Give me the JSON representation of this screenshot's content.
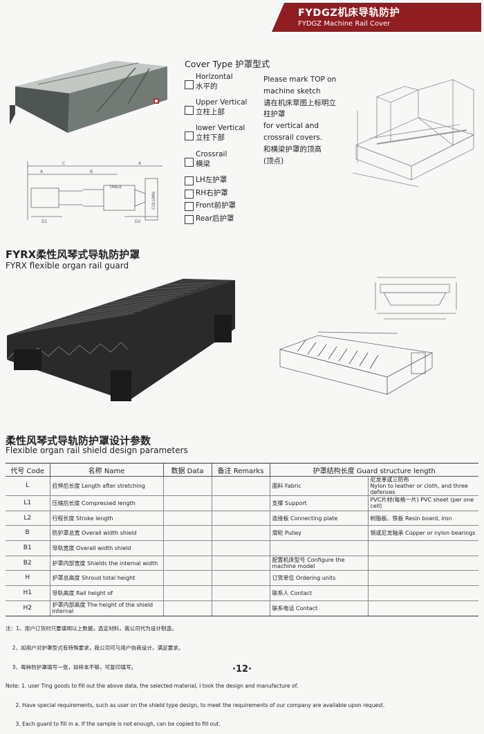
{
  "header": {
    "title_cn": "FYDGZ机床导轨防护",
    "title_en": "FYDGZ Machine Rail Cover"
  },
  "cover_type": {
    "title": "Cover Type 护罩型式",
    "options": [
      {
        "en": "Horizontal",
        "cn": "水平的"
      },
      {
        "en": "Upper Vertical",
        "cn": "立柱上部"
      },
      {
        "en": "lower Vertical",
        "cn": "立柱下部"
      },
      {
        "en": "Crossrail",
        "cn": "横梁"
      }
    ],
    "positions": [
      "LH左护罩",
      "RH右护罩",
      "Front前护罩",
      "Rear后护罩"
    ],
    "note_lines": [
      "Please mark TOP on",
      "machine sketch",
      "请在机床草图上标明立",
      "柱护罩",
      "for vertical and",
      "crossrail covers.",
      "和横梁护罩的顶高",
      "(顶点)"
    ]
  },
  "sketch_labels": {
    "A": "A",
    "C": "C",
    "B": "B",
    "D1": "D1",
    "D2": "D2",
    "table": "TABLE",
    "column": "COLUMN"
  },
  "fyrx": {
    "title_cn": "FYRX柔性风琴式导轨防护罩",
    "title_en": "FYRX flexible organ rail guard"
  },
  "design": {
    "title_cn": "柔性风琴式导轨防护罩设计参数",
    "title_en": "Flexible organ rail shield design parameters",
    "headers": [
      "代号 Code",
      "名称 Name",
      "数据 Data",
      "备注 Remarks",
      "护罩结构长度 Guard structure length"
    ],
    "rows": [
      {
        "code": "L",
        "name": "拉伸后长度 Length after stretching",
        "g1": "面料 Fabric",
        "g2a": "尼龙革或三防布",
        "g2b": "Nylon to leather or cloth, and three defenses"
      },
      {
        "code": "L1",
        "name": "压缩后长度 Compressed length",
        "g1": "支撑 Support",
        "g2a": "PVC片材(每格一片) PVC sheet (per one cell)",
        "g2b": ""
      },
      {
        "code": "L2",
        "name": "行程长度 Stroke length",
        "g1": "连接板 Connecting plate",
        "g2a": "树脂板、铁板 Resin board, iron",
        "g2b": ""
      },
      {
        "code": "B",
        "name": "防护罩总宽 Overall width shield",
        "g1": "滑轮 Pulley",
        "g2a": "铜或尼龙轴承 Copper or nylon bearings",
        "g2b": ""
      },
      {
        "code": "B1",
        "name": "导轨宽度 Overall width shield",
        "g1": "",
        "g2a": "",
        "g2b": ""
      },
      {
        "code": "B2",
        "name": "护罩内部宽度 Shields the internal width",
        "g1": "配置机床型号 Configure the machine model",
        "g2a": "",
        "g2b": ""
      },
      {
        "code": "H",
        "name": "护罩总高度 Shroud total height",
        "g1": "订货单位 Ordering units",
        "g2a": "",
        "g2b": ""
      },
      {
        "code": "H1",
        "name": "导轨高度 Rail height of",
        "g1": "联系人 Contact",
        "g2a": "",
        "g2b": ""
      },
      {
        "code": "H2",
        "name": "护罩内部高度 The height of the shield internal",
        "g1": "联系电话 Contact",
        "g2a": "",
        "g2b": ""
      }
    ]
  },
  "notes": {
    "cn": [
      "注：1、用户订货时只要填明以上数据，选定材料，我公司代为设计制造。",
      "    2、如用户对护罩型式有特殊要求，我公司可与用户协商设计，满足要求。",
      "    3、每种防护罩填写一张，如样本不够，可复印填写。"
    ],
    "en": [
      "Note: 1. user Ting goods to fill out the above data, the selected material, I took the design and manufacture of.",
      "      2. Have special requirements, such as user on the shield type design, to meet the requirements of our company are available upon request.",
      "      3. Each guard to fill in a. If the sample is not enough, can be copied to fill out."
    ]
  },
  "page_number": "·12·"
}
